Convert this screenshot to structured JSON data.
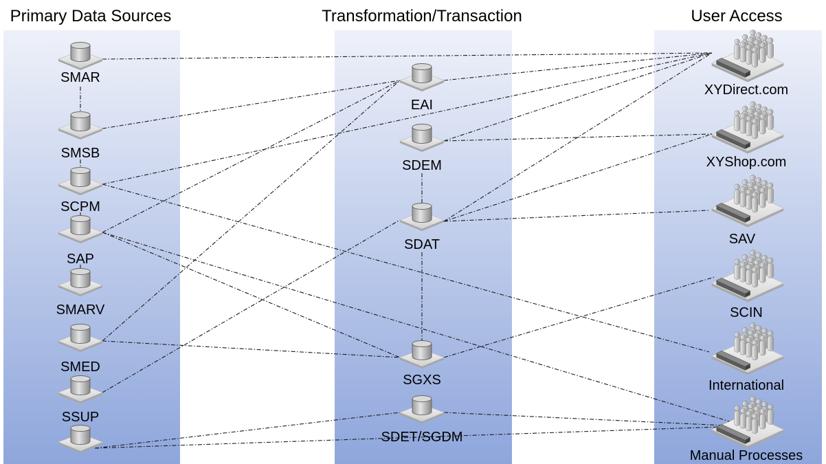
{
  "columns": {
    "sources": {
      "title": "Primary Data Sources",
      "nodes": [
        "SMAR",
        "SMSB",
        "SCPM",
        "SAP",
        "SMARV",
        "SMED",
        "SSUP"
      ]
    },
    "transformation": {
      "title": "Transformation/Transaction",
      "nodes": [
        "EAI",
        "SDEM",
        "SDAT",
        "SGXS",
        "SDET/SGDM"
      ]
    },
    "access": {
      "title": "User Access",
      "nodes": [
        "XYDirect.com",
        "XYShop.com",
        "SAV",
        "SCIN",
        "International",
        "Manual Processes"
      ]
    }
  },
  "icons": {
    "data_store": "database-icon",
    "user_access": "user-group-icon"
  },
  "colors": {
    "panel_top": "#eef1f9",
    "panel_bottom": "#8ea6dc",
    "connector": "#1a1a1a"
  }
}
